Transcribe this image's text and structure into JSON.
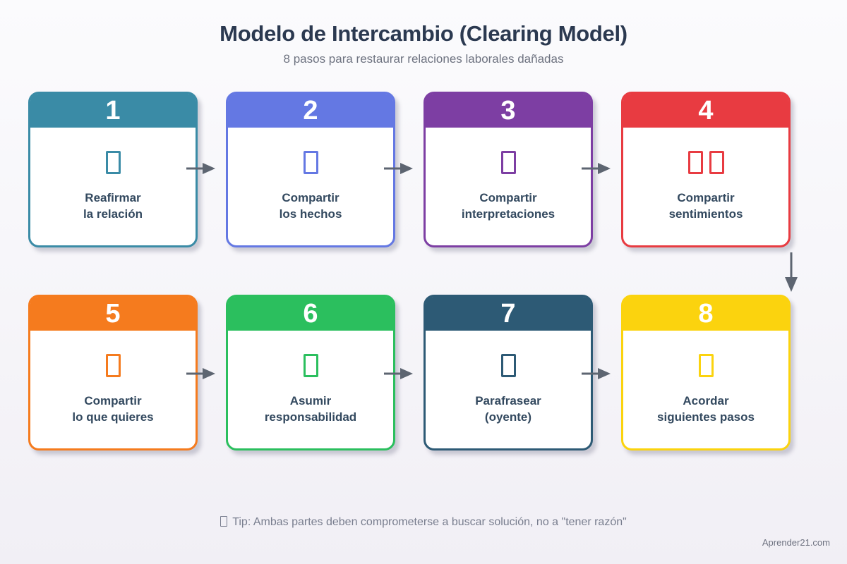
{
  "page": {
    "title": "Modelo de Intercambio (Clearing Model)",
    "subtitle": "8 pasos para restaurar relaciones laborales dañadas",
    "tip": "Tip: Ambas partes deben comprometerse a buscar solución, no a \"tener razón\"",
    "footer": "Aprender21.com",
    "colors": {
      "title_text": "#2b3950",
      "subtitle_text": "#6e7380",
      "card_text": "#33495f",
      "arrow": "#5d6571",
      "tip_text": "#787d8e",
      "background_top": "#fbfbfd",
      "background_bottom": "#f1eff5",
      "card_background": "#ffffff"
    }
  },
  "cards": [
    {
      "number": "1",
      "line1": "Reafirmar",
      "line2": "la relación",
      "color": "#3a8ba6",
      "icon": "missing-glyph-placeholder",
      "icon_count": 1
    },
    {
      "number": "2",
      "line1": "Compartir",
      "line2": "los hechos",
      "color": "#6478e3",
      "icon": "missing-glyph-placeholder",
      "icon_count": 1
    },
    {
      "number": "3",
      "line1": "Compartir",
      "line2": "interpretaciones",
      "color": "#7d3ea3",
      "icon": "missing-glyph-placeholder",
      "icon_count": 1
    },
    {
      "number": "4",
      "line1": "Compartir",
      "line2": "sentimientos",
      "color": "#e83b41",
      "icon": "missing-glyph-placeholder",
      "icon_count": 2
    },
    {
      "number": "5",
      "line1": "Compartir",
      "line2": "lo que quieres",
      "color": "#f57b1e",
      "icon": "missing-glyph-placeholder",
      "icon_count": 1
    },
    {
      "number": "6",
      "line1": "Asumir",
      "line2": "responsabilidad",
      "color": "#2bbf5e",
      "icon": "missing-glyph-placeholder",
      "icon_count": 1
    },
    {
      "number": "7",
      "line1": "Parafrasear",
      "line2": "(oyente)",
      "color": "#2d5a75",
      "icon": "missing-glyph-placeholder",
      "icon_count": 1
    },
    {
      "number": "8",
      "line1": "Acordar",
      "line2": "siguientes pasos",
      "color": "#fbd30e",
      "icon": "missing-glyph-placeholder",
      "icon_count": 1
    }
  ],
  "flow": {
    "row1_arrows": 3,
    "row2_arrows": 3,
    "connector": "down-arrow-after-step-4"
  }
}
